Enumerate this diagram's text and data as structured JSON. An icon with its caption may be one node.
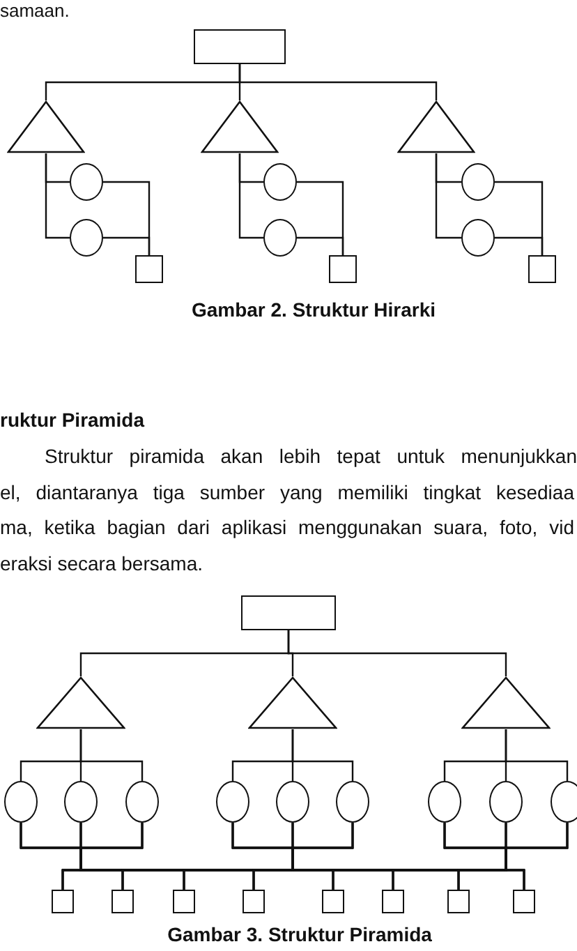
{
  "diagram": {
    "nodes": [
      {
        "text": [],
        "shape": "box"
      },
      {
        "text": [],
        "shape": "triangle"
      },
      {
        "text": [],
        "shape": "circle"
      },
      {
        "text": [],
        "shape": "circle"
      },
      {
        "text": [],
        "shape": "box"
      },
      {
        "text": [],
        "shape": "triangle"
      },
      {
        "text": [],
        "shape": "circle"
      },
      {
        "text": [],
        "shape": "circle"
      },
      {
        "text": [],
        "shape": "box"
      },
      {
        "text": [],
        "shape": "triangle"
      },
      {
        "text": [],
        "shape": "circle"
      },
      {
        "text": [],
        "shape": "circle"
      },
      {
        "text": [],
        "shape": "box"
      },
      {
        "text": [],
        "shape": "box"
      },
      {
        "text": [],
        "shape": "triangle"
      },
      {
        "text": [],
        "shape": "triangle"
      },
      {
        "text": [],
        "shape": "triangle"
      },
      {
        "text": [],
        "shape": "ellipse"
      },
      {
        "text": [],
        "shape": "ellipse"
      },
      {
        "text": [],
        "shape": "ellipse"
      },
      {
        "text": [],
        "shape": "ellipse"
      },
      {
        "text": [],
        "shape": "ellipse"
      },
      {
        "text": [],
        "shape": "ellipse"
      },
      {
        "text": [],
        "shape": "ellipse"
      },
      {
        "text": [],
        "shape": "ellipse"
      },
      {
        "text": [],
        "shape": "ellipse"
      },
      {
        "text": [],
        "shape": "box"
      },
      {
        "text": [],
        "shape": "box"
      },
      {
        "text": [],
        "shape": "box"
      },
      {
        "text": [],
        "shape": "box"
      },
      {
        "text": [],
        "shape": "box"
      },
      {
        "text": [],
        "shape": "box"
      },
      {
        "text": [],
        "shape": "box"
      },
      {
        "text": [],
        "shape": "box"
      }
    ],
    "edges": [
      {
        "from": 0,
        "to": 1,
        "arrow": "none"
      },
      {
        "from": 0,
        "to": 5,
        "arrow": "none"
      },
      {
        "from": 0,
        "to": 9,
        "arrow": "none"
      },
      {
        "from": 1,
        "to": 2,
        "arrow": "none"
      },
      {
        "from": 1,
        "to": 3,
        "arrow": "none"
      },
      {
        "from": 2,
        "to": 4,
        "arrow": "none"
      },
      {
        "from": 3,
        "to": 4,
        "arrow": "none"
      },
      {
        "from": 5,
        "to": 6,
        "arrow": "none"
      },
      {
        "from": 5,
        "to": 7,
        "arrow": "none"
      },
      {
        "from": 6,
        "to": 8,
        "arrow": "none"
      },
      {
        "from": 7,
        "to": 8,
        "arrow": "none"
      },
      {
        "from": 9,
        "to": 10,
        "arrow": "none"
      },
      {
        "from": 9,
        "to": 11,
        "arrow": "none"
      },
      {
        "from": 10,
        "to": 12,
        "arrow": "none"
      },
      {
        "from": 11,
        "to": 12,
        "arrow": "none"
      },
      {
        "from": 13,
        "to": 14,
        "arrow": "none"
      },
      {
        "from": 13,
        "to": 15,
        "arrow": "none"
      },
      {
        "from": 13,
        "to": 16,
        "arrow": "none"
      },
      {
        "from": 14,
        "to": 17,
        "arrow": "none"
      },
      {
        "from": 14,
        "to": 18,
        "arrow": "none"
      },
      {
        "from": 14,
        "to": 19,
        "arrow": "none"
      },
      {
        "from": 15,
        "to": 20,
        "arrow": "none"
      },
      {
        "from": 15,
        "to": 21,
        "arrow": "none"
      },
      {
        "from": 15,
        "to": 22,
        "arrow": "none"
      },
      {
        "from": 16,
        "to": 23,
        "arrow": "none"
      },
      {
        "from": 16,
        "to": 24,
        "arrow": "none"
      },
      {
        "from": 16,
        "to": 25,
        "arrow": "none"
      },
      {
        "from": 17,
        "to": 26,
        "arrow": "none"
      },
      {
        "from": 17,
        "to": 27,
        "arrow": "none"
      },
      {
        "from": 17,
        "to": 28,
        "arrow": "none"
      },
      {
        "from": 17,
        "to": 29,
        "arrow": "none"
      },
      {
        "from": 17,
        "to": 30,
        "arrow": "none"
      },
      {
        "from": 17,
        "to": 31,
        "arrow": "none"
      },
      {
        "from": 17,
        "to": 32,
        "arrow": "none"
      },
      {
        "from": 17,
        "to": 33,
        "arrow": "none"
      },
      {
        "from": 18,
        "to": 26,
        "arrow": "none"
      },
      {
        "from": 18,
        "to": 27,
        "arrow": "none"
      },
      {
        "from": 18,
        "to": 28,
        "arrow": "none"
      },
      {
        "from": 18,
        "to": 29,
        "arrow": "none"
      },
      {
        "from": 18,
        "to": 30,
        "arrow": "none"
      },
      {
        "from": 18,
        "to": 31,
        "arrow": "none"
      },
      {
        "from": 18,
        "to": 32,
        "arrow": "none"
      },
      {
        "from": 18,
        "to": 33,
        "arrow": "none"
      },
      {
        "from": 19,
        "to": 26,
        "arrow": "none"
      },
      {
        "from": 19,
        "to": 27,
        "arrow": "none"
      },
      {
        "from": 19,
        "to": 28,
        "arrow": "none"
      },
      {
        "from": 19,
        "to": 29,
        "arrow": "none"
      },
      {
        "from": 19,
        "to": 30,
        "arrow": "none"
      },
      {
        "from": 19,
        "to": 31,
        "arrow": "none"
      },
      {
        "from": 19,
        "to": 32,
        "arrow": "none"
      },
      {
        "from": 19,
        "to": 33,
        "arrow": "none"
      },
      {
        "from": 20,
        "to": 26,
        "arrow": "none"
      },
      {
        "from": 20,
        "to": 27,
        "arrow": "none"
      },
      {
        "from": 20,
        "to": 28,
        "arrow": "none"
      },
      {
        "from": 20,
        "to": 29,
        "arrow": "none"
      },
      {
        "from": 20,
        "to": 30,
        "arrow": "none"
      },
      {
        "from": 20,
        "to": 31,
        "arrow": "none"
      },
      {
        "from": 20,
        "to": 32,
        "arrow": "none"
      },
      {
        "from": 20,
        "to": 33,
        "arrow": "none"
      },
      {
        "from": 21,
        "to": 26,
        "arrow": "none"
      },
      {
        "from": 21,
        "to": 27,
        "arrow": "none"
      },
      {
        "from": 21,
        "to": 28,
        "arrow": "none"
      },
      {
        "from": 21,
        "to": 29,
        "arrow": "none"
      },
      {
        "from": 21,
        "to": 30,
        "arrow": "none"
      },
      {
        "from": 21,
        "to": 31,
        "arrow": "none"
      },
      {
        "from": 21,
        "to": 32,
        "arrow": "none"
      },
      {
        "from": 21,
        "to": 33,
        "arrow": "none"
      },
      {
        "from": 22,
        "to": 26,
        "arrow": "none"
      },
      {
        "from": 22,
        "to": 27,
        "arrow": "none"
      },
      {
        "from": 22,
        "to": 28,
        "arrow": "none"
      },
      {
        "from": 22,
        "to": 29,
        "arrow": "none"
      },
      {
        "from": 22,
        "to": 30,
        "arrow": "none"
      },
      {
        "from": 22,
        "to": 31,
        "arrow": "none"
      },
      {
        "from": 22,
        "to": 32,
        "arrow": "none"
      },
      {
        "from": 22,
        "to": 33,
        "arrow": "none"
      },
      {
        "from": 23,
        "to": 26,
        "arrow": "none"
      },
      {
        "from": 23,
        "to": 27,
        "arrow": "none"
      },
      {
        "from": 23,
        "to": 28,
        "arrow": "none"
      },
      {
        "from": 23,
        "to": 29,
        "arrow": "none"
      },
      {
        "from": 23,
        "to": 30,
        "arrow": "none"
      },
      {
        "from": 23,
        "to": 31,
        "arrow": "none"
      },
      {
        "from": 23,
        "to": 32,
        "arrow": "none"
      },
      {
        "from": 23,
        "to": 33,
        "arrow": "none"
      },
      {
        "from": 24,
        "to": 26,
        "arrow": "none"
      },
      {
        "from": 24,
        "to": 27,
        "arrow": "none"
      },
      {
        "from": 24,
        "to": 28,
        "arrow": "none"
      },
      {
        "from": 24,
        "to": 29,
        "arrow": "none"
      },
      {
        "from": 24,
        "to": 30,
        "arrow": "none"
      },
      {
        "from": 24,
        "to": 31,
        "arrow": "none"
      },
      {
        "from": 24,
        "to": 32,
        "arrow": "none"
      },
      {
        "from": 24,
        "to": 33,
        "arrow": "none"
      },
      {
        "from": 25,
        "to": 26,
        "arrow": "none"
      },
      {
        "from": 25,
        "to": 27,
        "arrow": "none"
      },
      {
        "from": 25,
        "to": 28,
        "arrow": "none"
      },
      {
        "from": 25,
        "to": 29,
        "arrow": "none"
      },
      {
        "from": 25,
        "to": 30,
        "arrow": "none"
      },
      {
        "from": 25,
        "to": 31,
        "arrow": "none"
      },
      {
        "from": 25,
        "to": 32,
        "arrow": "none"
      },
      {
        "from": 25,
        "to": 33,
        "arrow": "none"
      }
    ],
    "labels": [
      "samaan.",
      "Gambar 2. Struktur Hirarki",
      "ruktur Piramida",
      "Struktur piramida akan lebih tepat untuk menunjukkan",
      "el, diantaranya tiga sumber yang memiliki tingkat kesediaa",
      "ma, ketika bagian dari aplikasi menggunakan suara, foto, vid",
      "eraksi secara bersama.",
      "Gambar 3. Struktur Piramida"
    ]
  }
}
